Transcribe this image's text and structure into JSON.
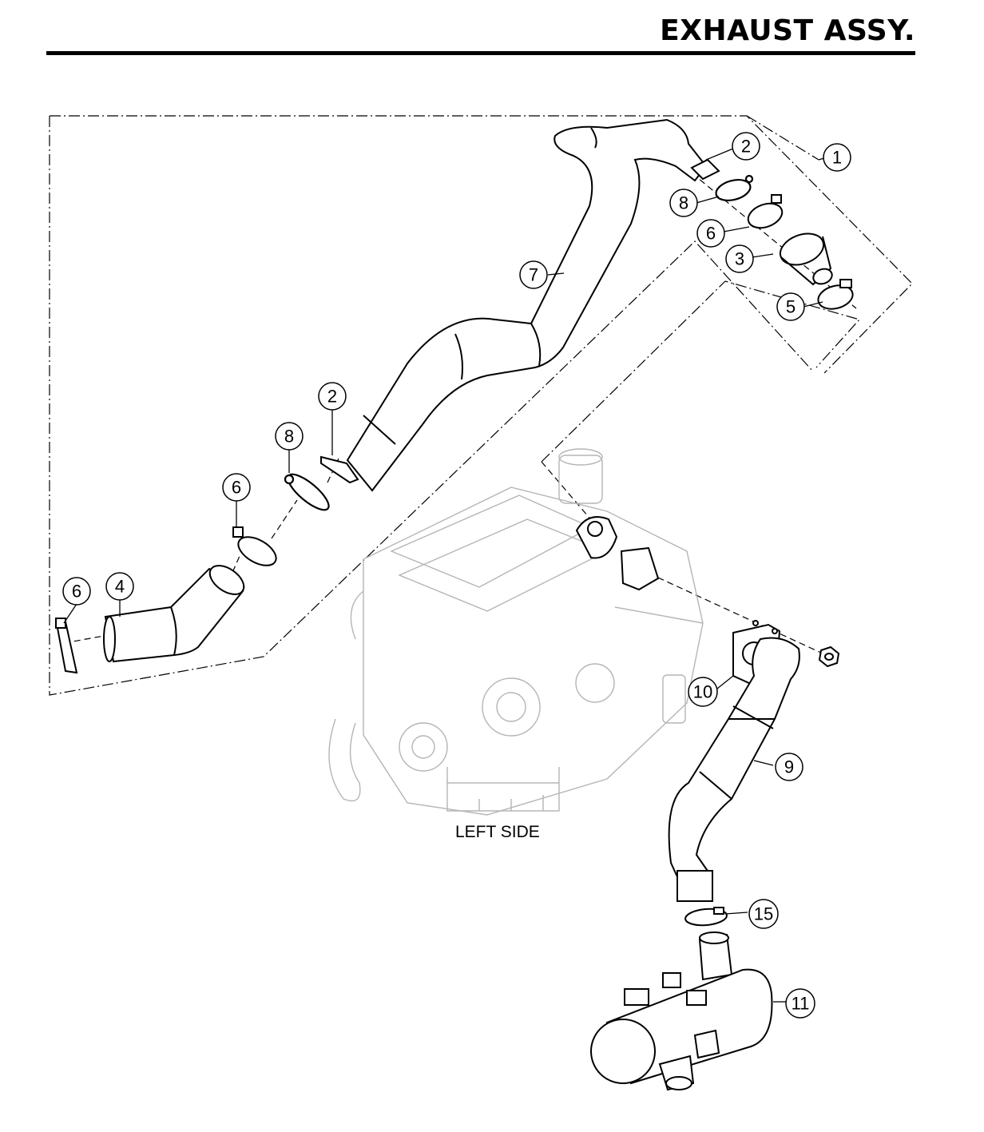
{
  "header": {
    "title": "EXHAUST ASSY."
  },
  "view_label": "LEFT SIDE",
  "callouts": [
    "1",
    "2",
    "8",
    "6",
    "3",
    "5",
    "7",
    "2",
    "8",
    "6",
    "6",
    "4",
    "10",
    "9",
    "15",
    "11"
  ]
}
